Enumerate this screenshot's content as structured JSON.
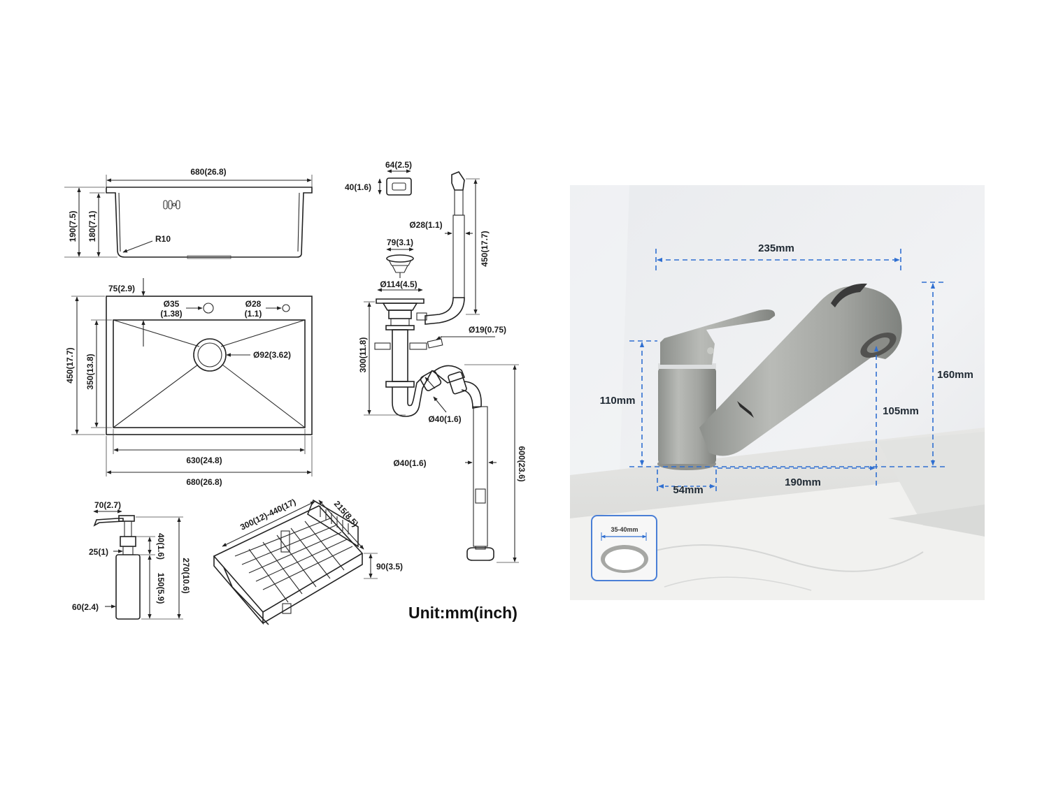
{
  "sink_side_view": {
    "width_label": "680(26.8)",
    "outer_height_label": "190(7.5)",
    "inner_height_label": "180(7.1)",
    "radius_label": "R10"
  },
  "sink_top_view": {
    "edge_offset_label": "75(2.9)",
    "hole_large_label_1": "Ø35",
    "hole_large_label_2": "(1.38)",
    "hole_small_label_1": "Ø28",
    "hole_small_label_2": "(1.1)",
    "drain_label": "Ø92(3.62)",
    "outer_depth_label": "450(17.7)",
    "inner_depth_label": "350(13.8)",
    "inner_width_label": "630(24.8)",
    "outer_width_label": "680(26.8)"
  },
  "drain_kit": {
    "overflow_width_label": "64(2.5)",
    "overflow_height_label": "40(1.6)",
    "overflow_pipe_diameter_label": "Ø28(1.1)",
    "overflow_length_label": "450(17.7)",
    "strainer_label": "79(3.1)",
    "flange_label": "Ø114(4.5)",
    "trap_height_label": "300(11.8)",
    "side_inlet_label": "Ø19(0.75)",
    "trap_pipe_label": "Ø40(1.6)",
    "hose_diameter_label": "Ø40(1.6)",
    "hose_length_label": "600(23.6)"
  },
  "soap_dispenser": {
    "nozzle_label": "70(2.7)",
    "neck_label": "25(1)",
    "body_diameter_label": "60(2.4)",
    "top_height_label": "40(1.6)",
    "bottle_height_label": "150(5.9)",
    "total_height_label": "270(10.6)"
  },
  "basket": {
    "length_label": "300(12)-440(17)",
    "width_label": "215(8.5)",
    "height_label": "90(3.5)"
  },
  "unit_label": "Unit:mm(inch)",
  "faucet_photo": {
    "spout_reach_label": "235mm",
    "total_height_label": "160mm",
    "body_height_label": "110mm",
    "outlet_height_label": "105mm",
    "base_diameter_label": "54mm",
    "reach_label": "190mm",
    "hole_label": "35-40mm",
    "dimension_line_color": "#2f6fd1",
    "faucet_color": "#a9aba7"
  }
}
